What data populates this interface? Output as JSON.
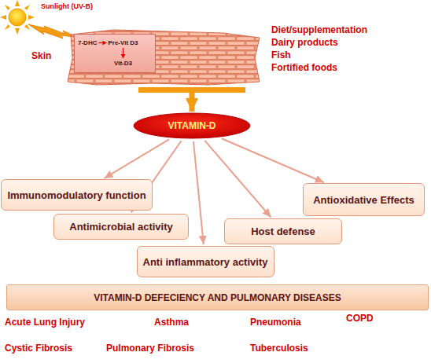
{
  "diagram": {
    "nodes": [
      {
        "text": [
          "Skin"
        ]
      },
      {
        "text": [
          "7-DHC",
          "Pre-Vit D3",
          "Vit-D3"
        ],
        "in": 0
      },
      {
        "text": [
          "VITAMIN-D"
        ]
      },
      {
        "text": [
          "Immunomodulatory function"
        ]
      },
      {
        "text": [
          "Antimicrobial activity"
        ]
      },
      {
        "text": [
          "Anti inflammatory activity"
        ]
      },
      {
        "text": [
          "Host defense"
        ]
      },
      {
        "text": [
          "Antioxidative Effects"
        ]
      },
      {
        "text": [
          "VITAMIN-D DEFECIENCY AND PULMONARY DISEASES"
        ]
      }
    ],
    "edges": [
      {
        "from": 0,
        "to": 2,
        "arrow": "to"
      },
      {
        "from": 2,
        "to": 3,
        "arrow": "to"
      },
      {
        "from": 2,
        "to": 4,
        "arrow": "to"
      },
      {
        "from": 2,
        "to": 5,
        "arrow": "to"
      },
      {
        "from": 2,
        "to": 6,
        "arrow": "to"
      },
      {
        "from": 2,
        "to": 7,
        "arrow": "to"
      }
    ],
    "labels": [
      "Sunlight (UV-B)",
      "Diet/supplementation",
      "Dairy products",
      "Fish",
      "Fortified foods",
      "Acute Lung Injury",
      "Asthma",
      "Pneumonia",
      "COPD",
      "Cystic Fibrosis",
      "Pulmonary Fibrosis",
      "Tuberculosis"
    ]
  }
}
